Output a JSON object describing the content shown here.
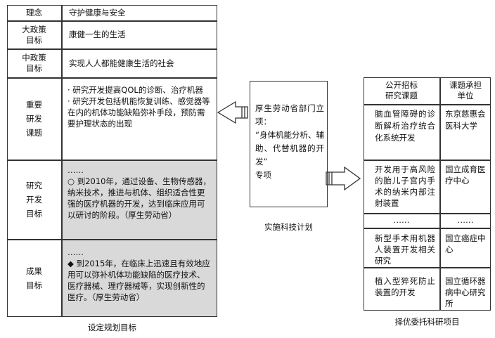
{
  "left_table": {
    "rows": [
      {
        "label": "理念",
        "content": "守护健康与安全"
      },
      {
        "label": "大政策\n目标",
        "content": "康健一生的生活"
      },
      {
        "label": "中政策\n目标",
        "content": "实现人人都能健康生活的社会"
      },
      {
        "label": "重要\n研发\n课题",
        "content": "· 研究开发提高QOL的诊断、治疗机器\n· 研究开发包括机能恢复训练、感觉器等在内的机体功能缺陷弥补手段，预防需要护理状态的出现"
      },
      {
        "label": "研究\n开发\n目标",
        "content": "……\n○ 到2010年，通过设备、生物传感器，纳米技术，推进与机体、组织适合性更强的医疗机器的开发，达到临床应用可以研讨的阶段。（厚生劳动省）"
      },
      {
        "label": "成果\n目标",
        "content": "……\n◆ 到2015年，在临床上迅速且有效地应用可以弥补机体功能缺陷的医疗技术、医疗器械、理疗器械等，实现创新性的医疗。（厚生劳动省）"
      }
    ],
    "caption": "设定规划目标"
  },
  "middle": {
    "box_text": "厚生劳动省部门立项：\n“身体机能分析、辅助、代替机器的开发”\n专项",
    "caption": "实施科技计划"
  },
  "right_table": {
    "headers": [
      "公开招标\n研究课题",
      "课题承担\n单位"
    ],
    "rows": [
      {
        "topic": "脑血管障碍的诊断解析治疗统合化系统开发",
        "unit": "东京慈惠会医科大学"
      },
      {
        "topic": "开发用于高风险的胎儿子宫内手术的纳米内部注射装置",
        "unit": "国立成育医疗中心"
      },
      {
        "topic": "……",
        "unit": "……"
      },
      {
        "topic": "新型手术用机器人装置开发相关研究",
        "unit": "国立癌症中心"
      },
      {
        "topic": "植入型猝死防止装置的开发",
        "unit": "国立循环器病中心研究所"
      }
    ],
    "caption": "择优委托科研项目"
  }
}
